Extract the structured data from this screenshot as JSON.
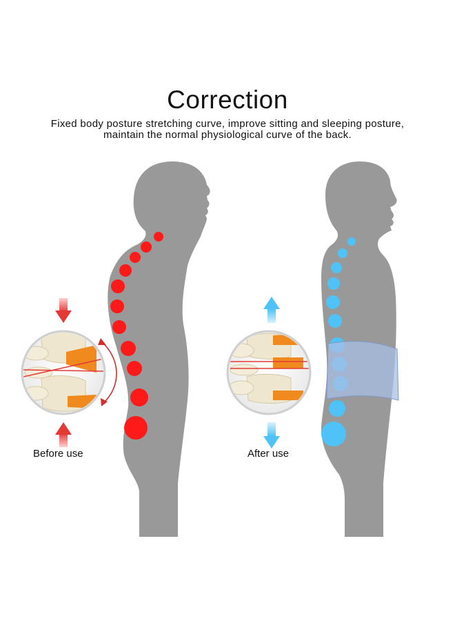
{
  "header": {
    "title": "Correction",
    "subtitle_line1": "Fixed body posture stretching curve, improve sitting and sleeping posture,",
    "subtitle_line2": "maintain the normal physiological curve of the back."
  },
  "panels": {
    "before": {
      "label": "Before use"
    },
    "after": {
      "label": "After use"
    }
  },
  "colors": {
    "silhouette": "#999999",
    "spine_before": "#ff1a1a",
    "spine_after": "#4fc3f7",
    "brace": "#9fb4dc",
    "arrow_red": "#e53935",
    "arrow_blue": "#4fc3f7",
    "vertebra": "#efe6cf",
    "disc": "#f08a1e"
  },
  "icons": {
    "compression-arrow": "arrow-pair-inward",
    "stretch-arrow": "arrow-pair-outward",
    "rotation-arrow": "curved-double-arrow",
    "spine-magnifier": "circular-zoom"
  }
}
